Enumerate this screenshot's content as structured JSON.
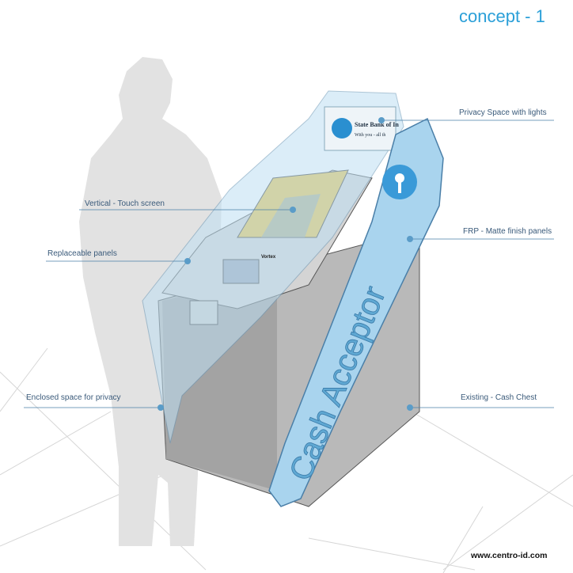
{
  "title": "concept - 1",
  "website": "www.centro-id.com",
  "callouts": [
    {
      "label": "Privacy Space with lights"
    },
    {
      "label": "Vertical - Touch screen"
    },
    {
      "label": "FRP - Matte finish panels"
    },
    {
      "label": "Replaceable panels"
    },
    {
      "label": "Enclosed space for privacy"
    },
    {
      "label": "Existing - Cash Chest"
    }
  ],
  "sign": {
    "line1": "State Bank of In",
    "line2": "With you - all th"
  },
  "side_panel_text": "Cash Acceptor",
  "brand_mark": "Vortex",
  "colors": {
    "accent": "#2a9fd8",
    "panel": "#a9d4ee",
    "callout_line": "#4a7fa8"
  }
}
